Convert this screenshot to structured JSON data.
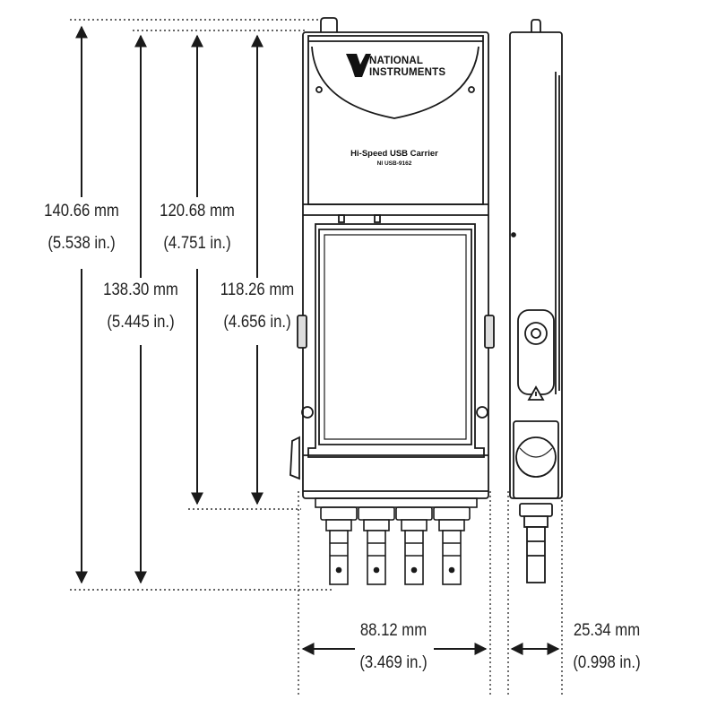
{
  "brand": {
    "line1": "NATIONAL",
    "line2": "INSTRUMENTS"
  },
  "device": {
    "title": "Hi-Speed USB Carrier",
    "model": "NI USB-9162"
  },
  "dimensions": {
    "overall_height_front": {
      "mm": "140.66 mm",
      "in": "(5.538 in.)"
    },
    "overall_height": {
      "mm": "138.30 mm",
      "in": "(5.445 in.)"
    },
    "body_height": {
      "mm": "120.68 mm",
      "in": "(4.751 in.)"
    },
    "enclosure_height": {
      "mm": "118.26 mm",
      "in": "(4.656 in.)"
    },
    "width": {
      "mm": "88.12 mm",
      "in": "(3.469 in.)"
    },
    "depth": {
      "mm": "25.34 mm",
      "in": "(0.998 in.)"
    }
  },
  "colors": {
    "line": "#1a1a1a",
    "dotted": "#333333",
    "background": "#ffffff"
  }
}
